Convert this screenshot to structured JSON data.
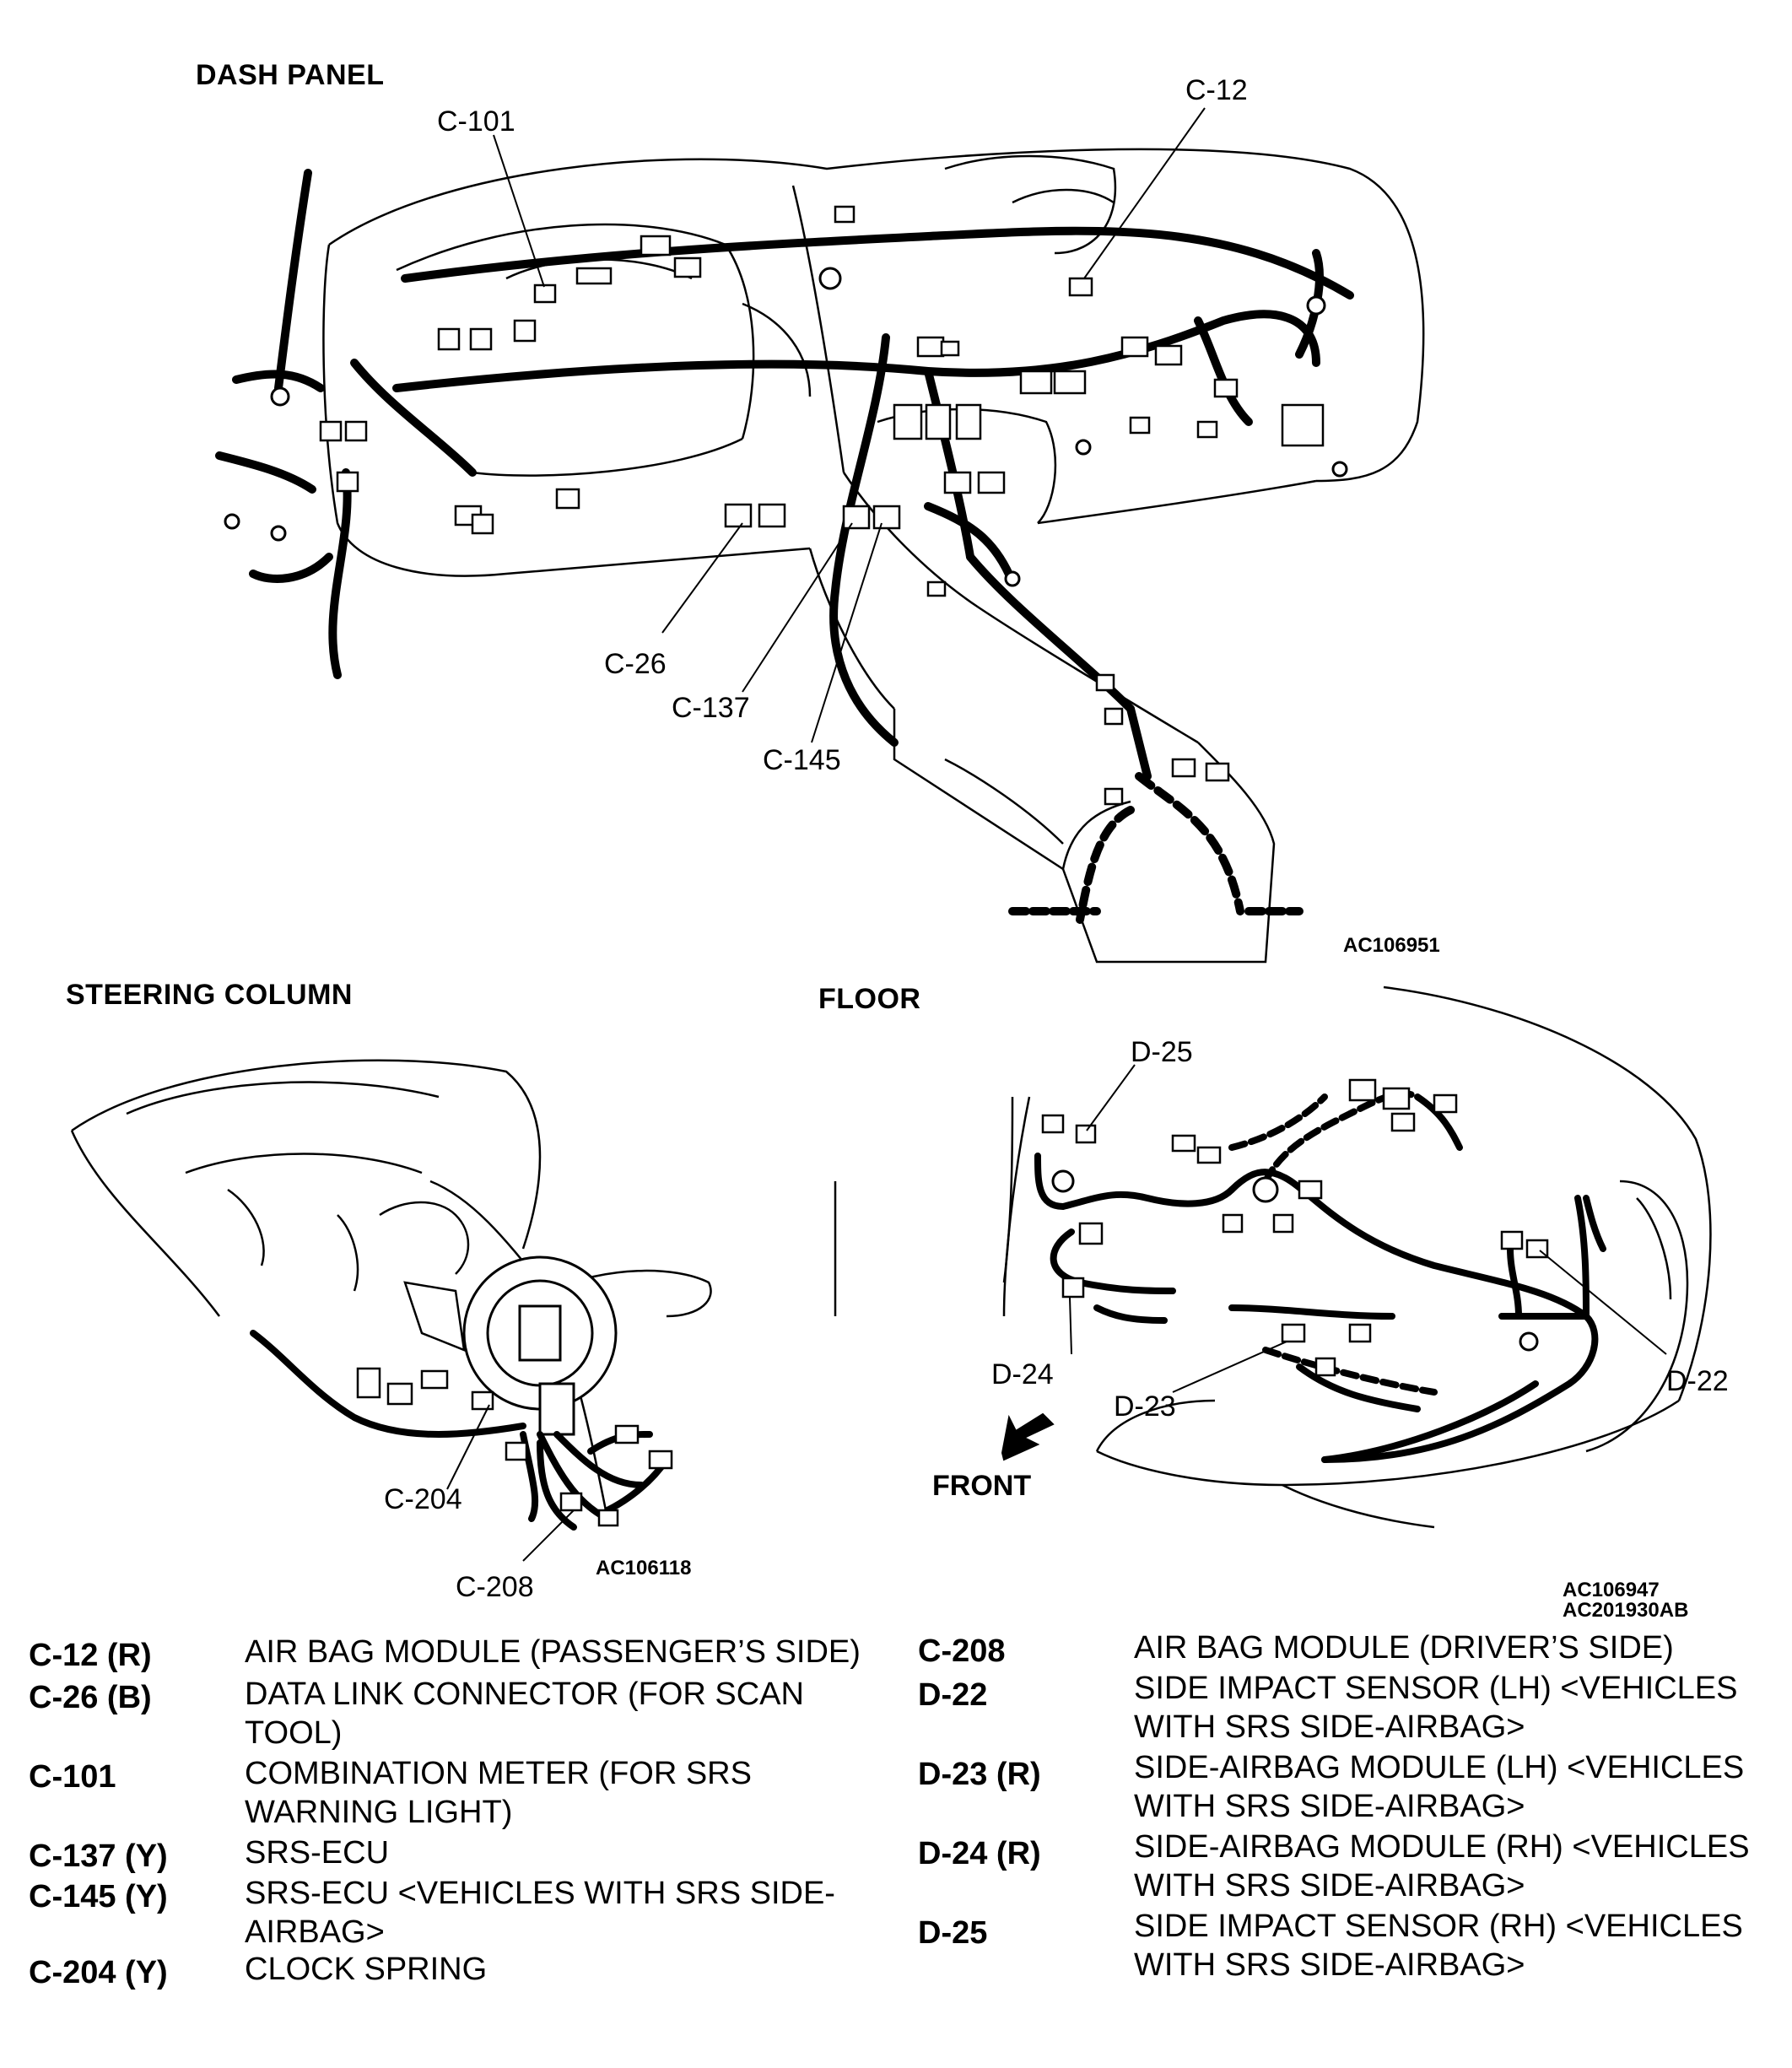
{
  "sections": {
    "dash_panel": "DASH PANEL",
    "steering_column": "STEERING COLUMN",
    "floor": "FLOOR"
  },
  "figure_ids": {
    "dash": "AC106951",
    "steering": "AC106118",
    "floor_1": "AC106947",
    "floor_2": "AC201930AB"
  },
  "callouts": {
    "c12": "C-12",
    "c101": "C-101",
    "c26": "C-26",
    "c137": "C-137",
    "c145": "C-145",
    "c204": "C-204",
    "c208": "C-208",
    "d25": "D-25",
    "d24": "D-24",
    "d23": "D-23",
    "d22": "D-22"
  },
  "front_label": "FRONT",
  "legend_left": [
    {
      "code": "C-12 (R)",
      "desc": "AIR BAG MODULE (PASSENGER’S SIDE)"
    },
    {
      "code": "C-26 (B)",
      "desc": "DATA LINK CONNECTOR (FOR SCAN TOOL)"
    },
    {
      "code": "C-101",
      "desc": "COMBINATION METER (FOR SRS WARNING LIGHT)"
    },
    {
      "code": "C-137 (Y)",
      "desc": "SRS-ECU"
    },
    {
      "code": "C-145 (Y)",
      "desc": "SRS-ECU <VEHICLES WITH SRS SIDE-AIRBAG>"
    },
    {
      "code": "C-204 (Y)",
      "desc": "CLOCK SPRING"
    }
  ],
  "legend_right": [
    {
      "code": "C-208",
      "desc": "AIR BAG MODULE (DRIVER’S SIDE)"
    },
    {
      "code": "D-22",
      "desc": "SIDE IMPACT SENSOR (LH) <VEHICLES WITH SRS SIDE-AIRBAG>"
    },
    {
      "code": "D-23 (R)",
      "desc": "SIDE-AIRBAG MODULE (LH) <VEHICLES WITH SRS SIDE-AIRBAG>"
    },
    {
      "code": "D-24 (R)",
      "desc": "SIDE-AIRBAG MODULE (RH) <VEHICLES WITH SRS SIDE-AIRBAG>"
    },
    {
      "code": "D-25",
      "desc": "SIDE IMPACT SENSOR (RH) <VEHICLES WITH SRS SIDE-AIRBAG>"
    }
  ]
}
